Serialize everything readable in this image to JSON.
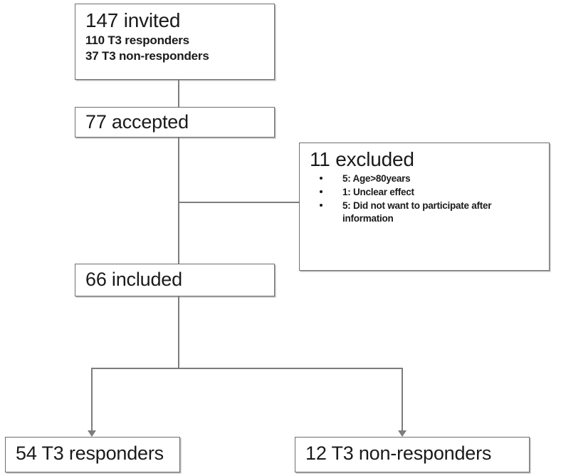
{
  "diagram": {
    "type": "participant-flow-chart",
    "nodes": {
      "invited": {
        "title": "147 invited",
        "lines": [
          "110 T3 responders",
          "37  T3 non-responders"
        ]
      },
      "accepted": {
        "title": "77 accepted"
      },
      "excluded": {
        "title": "11 excluded",
        "reasons": [
          "5: Age>80years",
          "1: Unclear effect",
          "5: Did not want to participate after information"
        ]
      },
      "included": {
        "title": "66 included"
      },
      "responders": {
        "title": "54 T3 responders"
      },
      "nonresponders": {
        "title": "12 T3 non-responders"
      }
    },
    "colors": {
      "box_border": "#6f6f6f",
      "connector": "#7d7d7d",
      "text": "#1a1a1a",
      "background": "#ffffff"
    }
  }
}
